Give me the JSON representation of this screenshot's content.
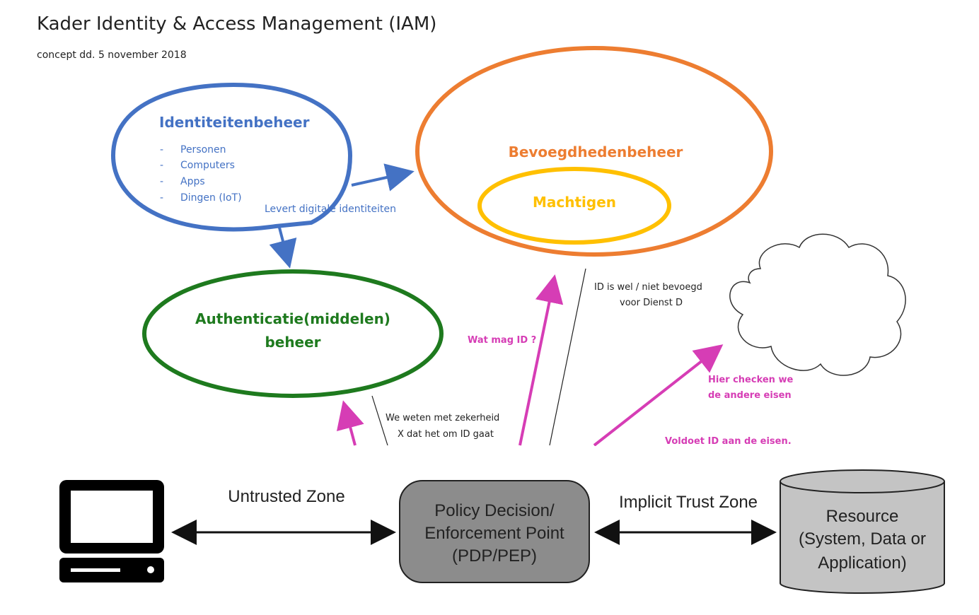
{
  "header": {
    "title": "Kader Identity & Access Management (IAM)",
    "subtitle": "concept dd. 5 november  2018"
  },
  "iam": {
    "identiteitenbeheer": {
      "title": "Identiteitenbeheer",
      "items": [
        "Personen",
        "Computers",
        "Apps",
        "Dingen (IoT)"
      ],
      "color": "#4472c4"
    },
    "bevoegdhedenbeheer": {
      "title": "Bevoegdhedenbeheer",
      "color": "#ed7d31"
    },
    "machtigen": {
      "title": "Machtigen",
      "color": "#ffc000"
    },
    "authenticatie": {
      "line1": "Authenticatie(middelen)",
      "line2": "beheer",
      "color": "#1e7a1e"
    },
    "labels": {
      "levert": "Levert digitale identiteiten",
      "bevoegd_line1": "ID is wel / niet bevoegd",
      "bevoegd_line2": "voor Dienst D",
      "watmag": "Wat mag ID ?",
      "hier_line1": "Hier checken we",
      "hier_line2": "de andere eisen",
      "weweten_line1": "We weten met zekerheid",
      "weweten_line2": "X dat het om ID gaat",
      "voldoet": "Voldoet ID aan de eisen."
    },
    "accent_color": "#d63db5"
  },
  "zero_trust": {
    "untrusted_zone": "Untrusted Zone",
    "implicit_trust_zone": "Implicit Trust Zone",
    "pdp": {
      "line1": "Policy Decision/",
      "line2": "Enforcement Point",
      "line3": "(PDP/PEP)"
    },
    "resource": {
      "line1": "Resource",
      "line2": "(System, Data or",
      "line3": "Application)"
    },
    "icons": {
      "client": "computer-icon"
    }
  }
}
